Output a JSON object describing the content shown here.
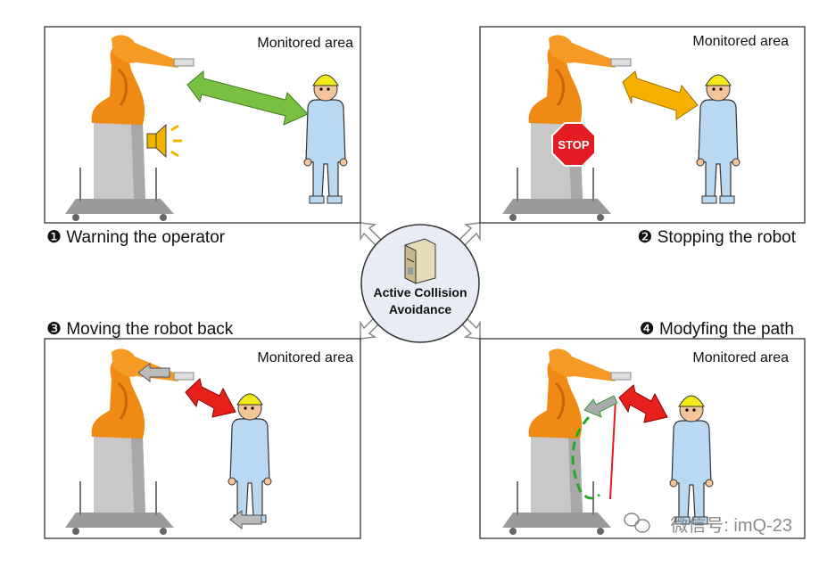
{
  "center": {
    "line1": "Active Collision",
    "line2": "Avoidance",
    "icon": "server-icon"
  },
  "panels": [
    {
      "area_label": "Monitored area",
      "number": "❶",
      "caption": "Warning the operator",
      "indicator": "speaker-icon",
      "arrow_color": "#7ac143"
    },
    {
      "area_label": "Monitored area",
      "number": "❷",
      "caption": "Stopping the robot",
      "indicator": "stop-sign-icon",
      "sign_text": "STOP",
      "arrow_color": "#f5b000"
    },
    {
      "area_label": "Monitored area",
      "number": "❸",
      "caption": "Moving the robot back",
      "arrow_color": "#e8201c"
    },
    {
      "area_label": "Monitored area",
      "number": "❹",
      "caption": "Modyfing the path",
      "arrow_color": "#e8201c"
    }
  ],
  "watermark": "微信号: imQ-23"
}
